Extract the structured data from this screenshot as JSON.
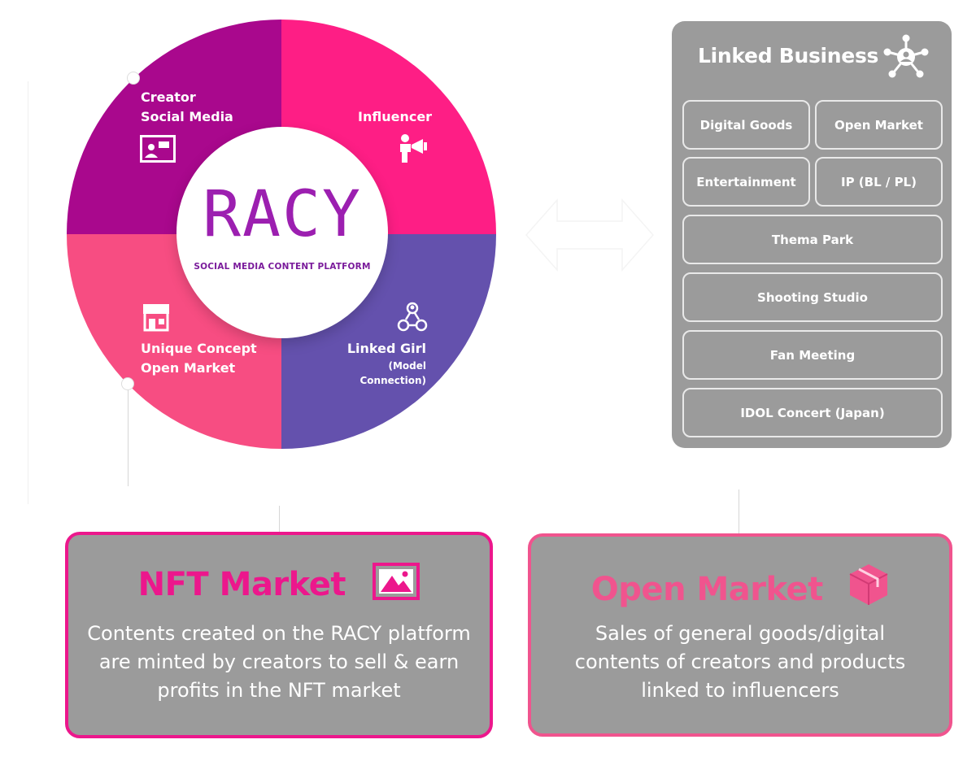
{
  "colors": {
    "purple_dark": "#a9088d",
    "pink": "#fe1e85",
    "violet": "#6451ad",
    "pink_light": "#f74d82",
    "panel_gray": "#9b9b9b",
    "nft_border": "#ec178c",
    "open_border": "#f0548e"
  },
  "wheel": {
    "logo": "RACY",
    "logo_subtitle": "SOCIAL MEDIA CONTENT PLATFORM",
    "segments": {
      "creator": {
        "line1": "Creator",
        "line2": "Social Media",
        "icon": "presentation-chat-icon"
      },
      "influencer": {
        "line1": "Influencer",
        "icon": "megaphone-person-icon"
      },
      "linked_girl": {
        "line1": "Linked Girl",
        "line2": "(Model Connection)",
        "icon": "people-connection-icon"
      },
      "unique": {
        "line1": "Unique Concept",
        "line2": "Open Market",
        "icon": "storefront-icon"
      }
    }
  },
  "linked_business": {
    "title": "Linked Business",
    "icon": "network-hub-icon",
    "items": [
      "Digital Goods",
      "Open Market",
      "Entertainment",
      "IP (BL / PL)",
      "Thema Park",
      "Shooting Studio",
      "Fan Meeting",
      "IDOL Concert (Japan)"
    ]
  },
  "nft_card": {
    "title": "NFT Market",
    "title_color": "#ec178c",
    "icon": "image-frame-icon",
    "lines": [
      "Contents created on the RACY platform",
      "are minted by creators to sell & earn",
      "profits in the NFT market"
    ]
  },
  "open_card": {
    "title": "Open Market",
    "title_color": "#f0548e",
    "icon": "package-box-icon",
    "lines": [
      "Sales of general goods/digital",
      "contents of creators and products",
      "linked to influencers"
    ]
  }
}
